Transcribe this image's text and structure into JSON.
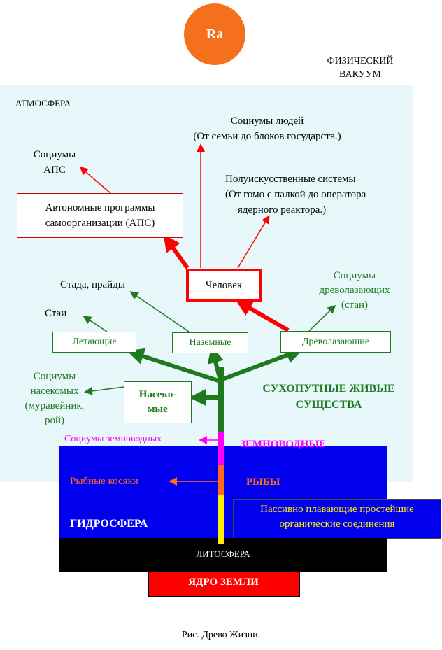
{
  "sun": {
    "label": "Ra",
    "color": "#f5701d"
  },
  "vacuum": {
    "line1": "ФИЗИЧЕСКИЙ",
    "line2": "ВАКУУМ"
  },
  "atmosphere": {
    "label": "АТМОСФЕРА",
    "bg": "#e8f8fa"
  },
  "human_societies": {
    "line1": "Социумы людей",
    "line2": "(От семьи до блоков государств.)"
  },
  "aps_societies": {
    "line1": "Социумы",
    "line2": "АПС"
  },
  "aps_box": {
    "line1": "Автономные программы",
    "line2": "самоорганизации (АПС)"
  },
  "semi_artificial": {
    "line1": "Полуискусственные  системы",
    "line2": "(От гомо с палкой до оператора",
    "line3": "ядерного реактора.)"
  },
  "human": {
    "label": "Человек"
  },
  "herds": {
    "label": "Стада,  прайды"
  },
  "flocks": {
    "label": "Стаи"
  },
  "tree_climber_societies": {
    "line1": "Социумы",
    "line2": "древолазающих",
    "line3": "(стан)"
  },
  "flying": {
    "label": "Летающие"
  },
  "ground": {
    "label": "Наземные"
  },
  "tree_climbers": {
    "label": "Древолазающие"
  },
  "insect_societies": {
    "line1": "Социумы",
    "line2": "насекомых",
    "line3": "(муравейник,",
    "line4": "рой)"
  },
  "insects": {
    "line1": "Насеко-",
    "line2": "мые"
  },
  "land_creatures": {
    "line1": "СУХОПУТНЫЕ ЖИВЫЕ",
    "line2": "СУЩЕСТВА"
  },
  "amphibian_societies": {
    "label": "Социумы  земноводных"
  },
  "amphibians": {
    "label": "ЗЕМНОВОДНЫЕ"
  },
  "fish_schools": {
    "label": "Рыбные косяки"
  },
  "fish": {
    "label": "РЫБЫ"
  },
  "plankton": {
    "line1": "Пассивно плавающие  простейшие",
    "line2": "органические соединения"
  },
  "hydrosphere": {
    "label": "ГИДРОСФЕРА"
  },
  "lithosphere": {
    "label": "ЛИТОСФЕРА"
  },
  "core": {
    "label": "ЯДРО ЗЕМЛИ"
  },
  "caption": {
    "label": "Рис. Древо Жизни."
  },
  "colors": {
    "green": "#1f7a1f",
    "red": "#ff0000",
    "blue": "#0000ee",
    "magenta": "#ff00ff",
    "orange": "#ff6a1a",
    "yellow": "#ffee00"
  }
}
